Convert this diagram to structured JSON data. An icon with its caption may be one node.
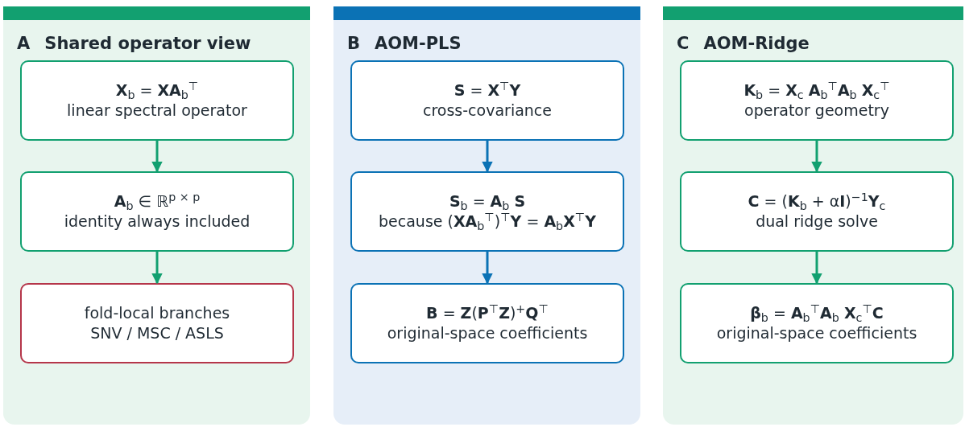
{
  "diagram": {
    "nodes": [
      {
        "text": [
          "A",
          "Shared operator view"
        ]
      },
      {
        "text": [
          "**X**$_{b}$ = **XA**$_{b}$$^{⊤}$",
          "linear spectral operator"
        ],
        "in": 0
      },
      {
        "text": [
          "**A**$_{b}$ ∈ ℝ$^{p × p}$",
          "identity always included"
        ],
        "in": 0
      },
      {
        "text": [
          "fold-local branches SNV / MSC / ASLS"
        ],
        "in": 0
      },
      {
        "text": [
          "B",
          "AOM-PLS"
        ]
      },
      {
        "text": [
          "**S** = **X**$^{⊤}$**Y**",
          "cross-covariance"
        ],
        "in": 4
      },
      {
        "text": [
          "**S**$_{b}$ = **A**$_{b}$ **S**",
          "because (**XA**$_{b}$$^{⊤}$)$^{⊤}$**Y** = **A**$_{b}$**X**$^{⊤}$**Y**"
        ],
        "in": 4
      },
      {
        "text": [
          "**B** = **Z**(**P**$^{⊤}$**Z**)$^{+}$**Q**$^{⊤}$",
          "original-space coefficients"
        ],
        "in": 4
      },
      {
        "text": [
          "C",
          "AOM-Ridge"
        ]
      },
      {
        "text": [
          "**K**$_{b}$ = **X**$_{c}$ **A**$_{b}$$^{⊤}$**A**$_{b}$ **X**$_{c}$$^{⊤}$",
          "operator geometry"
        ],
        "in": 8
      },
      {
        "text": [
          "**C** = (**K**$_{b}$ + α**I**)$^{−1}$**Y**$_{c}$",
          "dual ridge solve"
        ],
        "in": 8
      },
      {
        "text": [
          "**β**$_{b}$ = **A**$_{b}$$^{⊤}$**A**$_{b}$ **X**$_{c}$$^{⊤}$**C**",
          "original-space coefficients"
        ],
        "in": 8
      }
    ],
    "edges": [
      {
        "from": 1,
        "to": 2,
        "arrow": "to"
      },
      {
        "from": 2,
        "to": 3,
        "arrow": "to"
      },
      {
        "from": 5,
        "to": 6,
        "arrow": "to",
        "color": "#0b72b5"
      },
      {
        "from": 6,
        "to": 7,
        "arrow": "to",
        "color": "#0b72b5"
      },
      {
        "from": 9,
        "to": 10,
        "arrow": "to"
      },
      {
        "from": 10,
        "to": 11,
        "arrow": "to"
      }
    ]
  }
}
